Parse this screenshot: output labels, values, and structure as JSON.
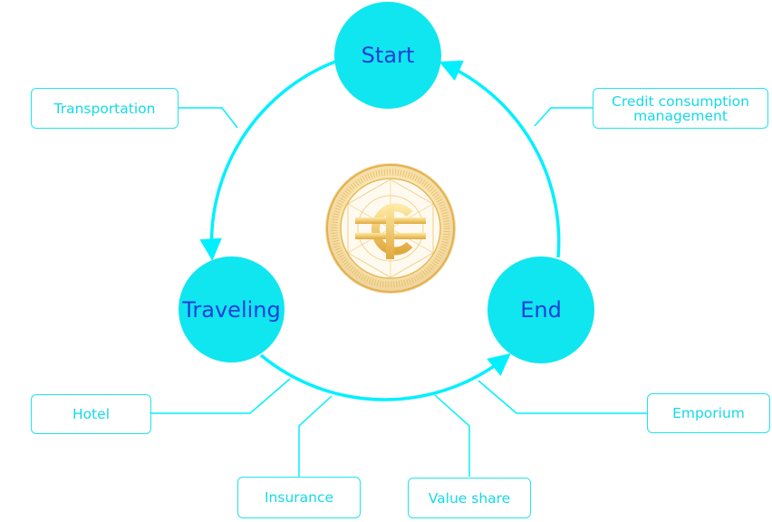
{
  "diagram": {
    "nodes": {
      "start": "Start",
      "traveling": "Traveling",
      "end": "End"
    },
    "labels": {
      "transportation": "Transportation",
      "credit_line1": "Credit consumption",
      "credit_line2": "management",
      "hotel": "Hotel",
      "insurance": "Insurance",
      "value_share": "Value share",
      "emporium": "Emporium"
    },
    "center_icon": "coin-currency-icon",
    "colors": {
      "cycle": "#00f0ff",
      "node_fill": "#0fe6f0",
      "node_text": "#1f3fd6",
      "label_text": "#16d9e8",
      "coin": "#e8b84a"
    }
  }
}
